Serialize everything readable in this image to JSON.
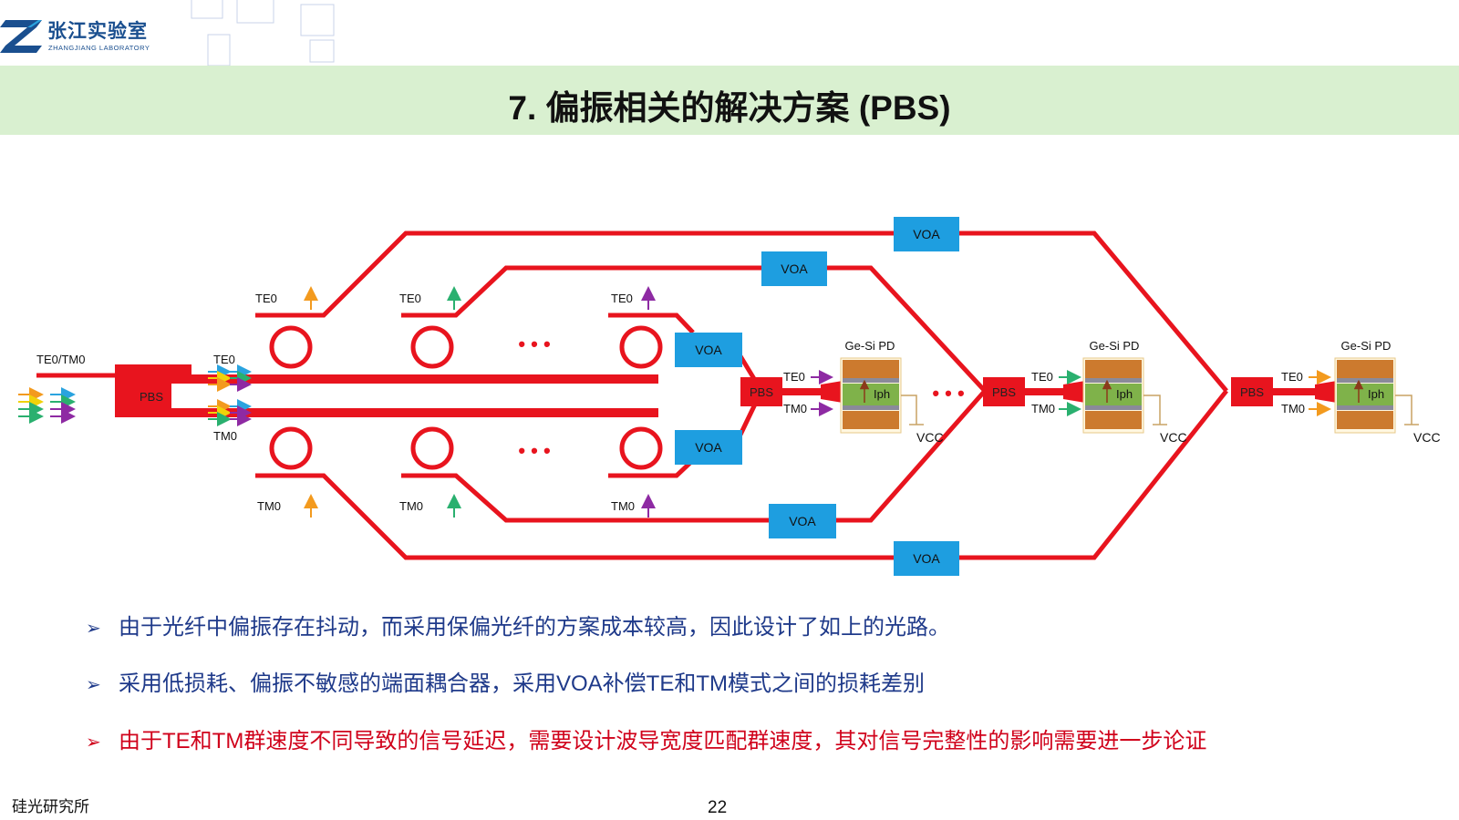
{
  "header": {
    "org_name_cn": "张江实验室",
    "org_name_en": "ZHANGJIANG   LABORATORY",
    "title": "7. 偏振相关的解决方案 (PBS)"
  },
  "diagram": {
    "input_label": "TE0/TM0",
    "pbs_label": "PBS",
    "voa_label": "VOA",
    "te0_label": "TE0",
    "tm0_label": "TM0",
    "pd_label": "Ge-Si PD",
    "iph_label": "Iph",
    "vcc_label": "VCC",
    "ellipsis": "• • •"
  },
  "bullets": [
    {
      "text": "由于光纤中偏振存在抖动，而采用保偏光纤的方案成本较高，因此设计了如上的光路。",
      "color": "#1f3a8a"
    },
    {
      "text": "采用低损耗、偏振不敏感的端面耦合器，采用VOA补偿TE和TM模式之间的损耗差别",
      "color": "#1f3a8a"
    },
    {
      "text": "由于TE和TM群速度不同导致的信号延迟，需要设计波导宽度匹配群速度，其对信号完整性的影响需要进一步论证",
      "color": "#d0021b"
    }
  ],
  "footer": {
    "institute": "硅光研究所",
    "page_number": "22"
  },
  "colors": {
    "waveguide": "#e8141e",
    "voa": "#1e9ee0",
    "title_band": "#d9f0d0",
    "orange": "#f39a1e",
    "green": "#2ab06f",
    "purple": "#8e2aa3",
    "yellow": "#f0d20a",
    "blue": "#1a4f8f"
  }
}
